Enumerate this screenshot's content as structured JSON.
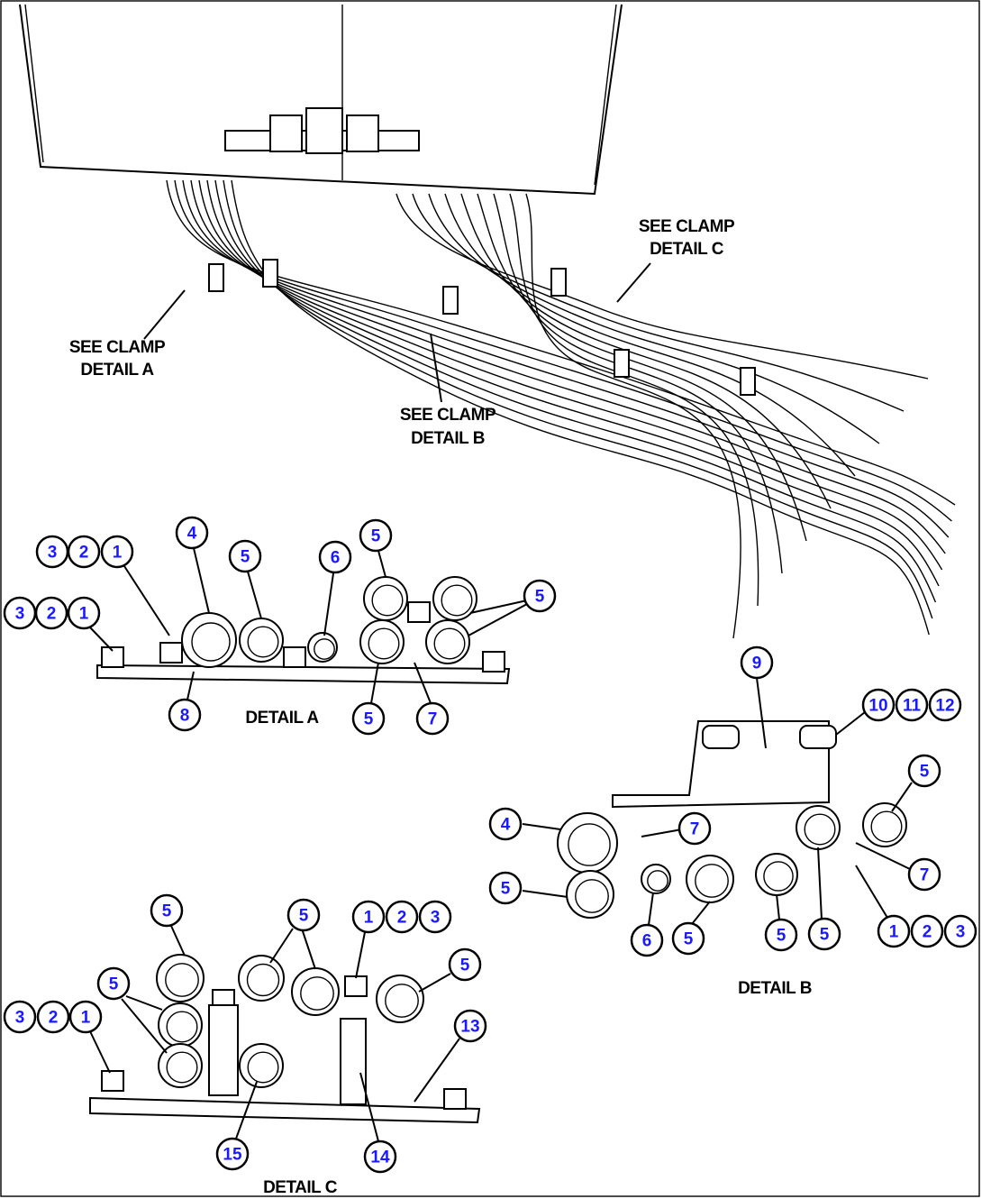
{
  "labels": {
    "clamp_c_line1": "SEE CLAMP",
    "clamp_c_line2": "DETAIL C",
    "clamp_a_line1": "SEE CLAMP",
    "clamp_a_line2": "DETAIL A",
    "clamp_b_line1": "SEE CLAMP",
    "clamp_b_line2": "DETAIL B",
    "detail_a": "DETAIL A",
    "detail_b": "DETAIL B",
    "detail_c": "DETAIL C"
  },
  "callouts": {
    "detail_a": [
      "3",
      "2",
      "1",
      "4",
      "5",
      "6",
      "5",
      "5",
      "3",
      "2",
      "1",
      "8",
      "5",
      "7"
    ],
    "detail_b": [
      "9",
      "10",
      "11",
      "12",
      "5",
      "4",
      "7",
      "7",
      "5",
      "6",
      "5",
      "5",
      "5",
      "1",
      "2",
      "3"
    ],
    "detail_c": [
      "5",
      "5",
      "1",
      "2",
      "3",
      "5",
      "5",
      "3",
      "2",
      "1",
      "13",
      "15",
      "14"
    ]
  },
  "colors": {
    "callout_number": "#1a1aff",
    "line": "#000000",
    "background": "#ffffff"
  }
}
